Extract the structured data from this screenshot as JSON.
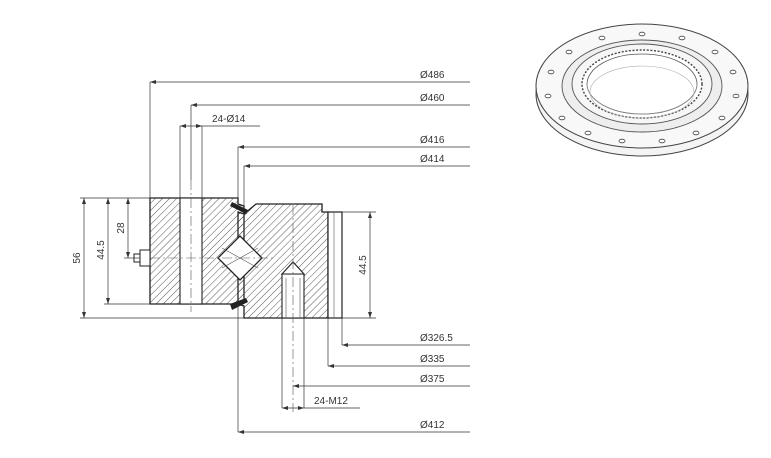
{
  "dimensions": {
    "d486": "Ø486",
    "d460": "Ø460",
    "bolt_holes": "24-Ø14",
    "d416": "Ø416",
    "d414": "Ø414",
    "d326_5": "Ø326.5",
    "d335": "Ø335",
    "d375": "Ø375",
    "tapped_holes": "24-M12",
    "d412": "Ø412",
    "h56": "56",
    "h44_5_left": "44.5",
    "h28": "28",
    "h44_5_right": "44.5"
  },
  "colors": {
    "line": "#333333",
    "hatch": "#444444",
    "ring_fill": "#eeeeee"
  },
  "icons": [
    "bearing-3d-view"
  ]
}
